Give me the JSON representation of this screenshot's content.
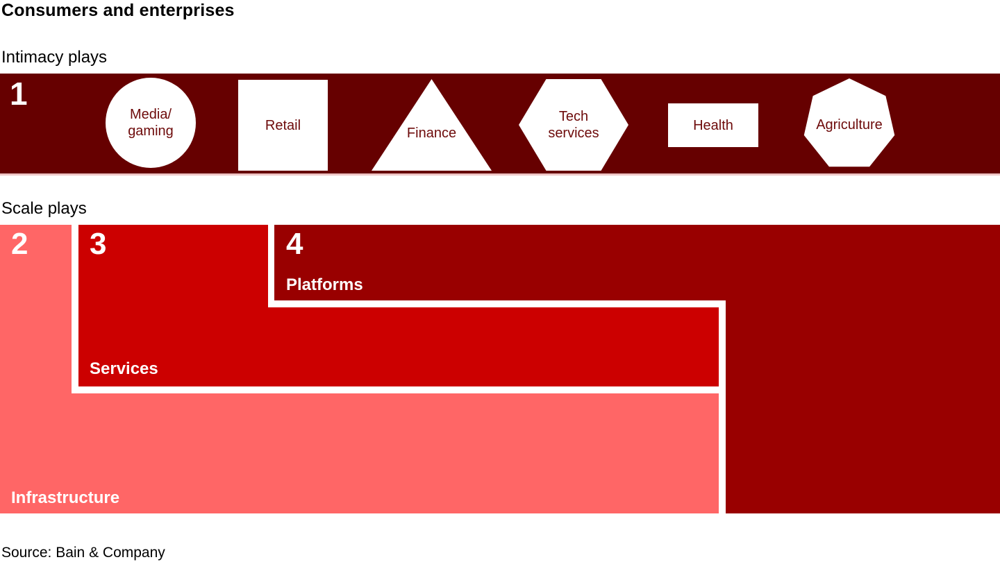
{
  "page": {
    "title": "Consumers and enterprises",
    "source": "Source: Bain & Company"
  },
  "intimacy": {
    "heading": "Intimacy plays",
    "number": "1",
    "shapes": [
      {
        "shape": "circle",
        "label": "Media/\ngaming"
      },
      {
        "shape": "square",
        "label": "Retail"
      },
      {
        "shape": "triangle",
        "label": "Finance"
      },
      {
        "shape": "hexagon",
        "label": "Tech\nservices"
      },
      {
        "shape": "rectangle",
        "label": "Health"
      },
      {
        "shape": "heptagon",
        "label": "Agriculture"
      }
    ]
  },
  "scale": {
    "heading": "Scale plays",
    "blocks": [
      {
        "number": "2",
        "label": "Infrastructure",
        "color": "#ff6666"
      },
      {
        "number": "3",
        "label": "Services",
        "color": "#cc0000"
      },
      {
        "number": "4",
        "label": "Platforms",
        "color": "#990000"
      }
    ]
  },
  "colors": {
    "intimacy_band": "#660000",
    "platforms": "#990000",
    "services": "#cc0000",
    "infrastructure": "#ff6666",
    "shape_text": "#6d0a0a",
    "label_text": "#ffffff"
  }
}
